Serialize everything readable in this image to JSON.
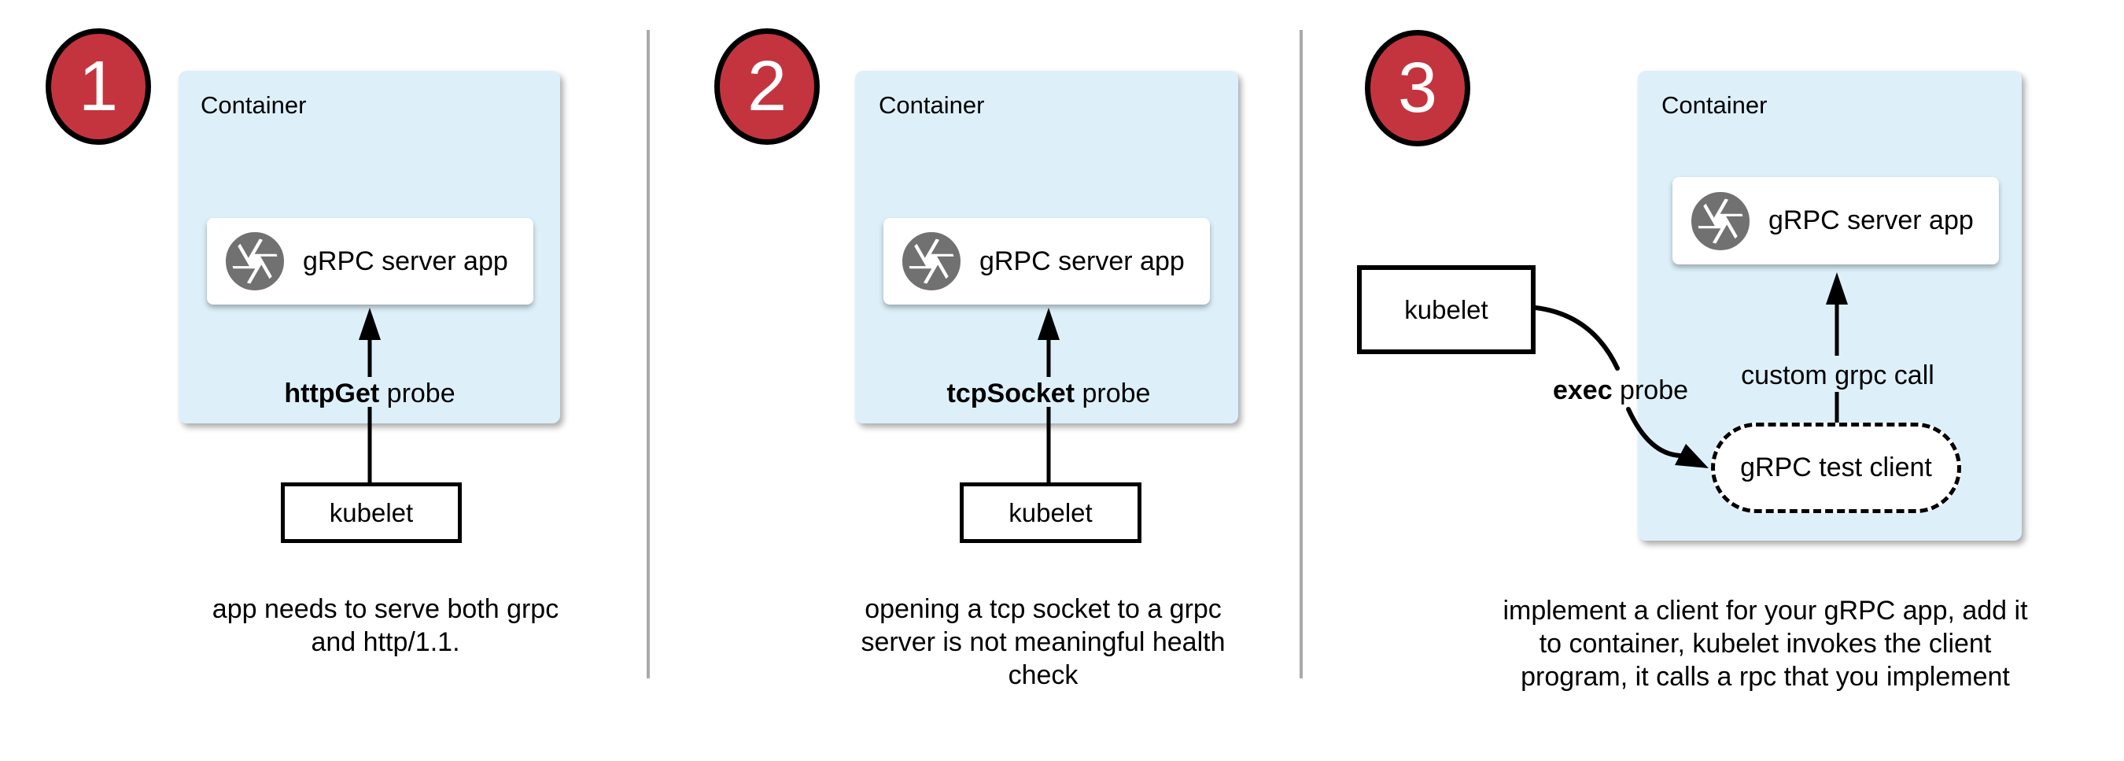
{
  "colors": {
    "container_fill": "#ddf0fa",
    "badge_fill": "#c4343f",
    "badge_border": "#000000",
    "icon_gray": "#717171",
    "divider_gray": "#aaaaaa",
    "text": "#000000",
    "app_box_fill": "#ffffff"
  },
  "panels": [
    {
      "number": "1",
      "container_label": "Container",
      "app_label": "gRPC server app",
      "app_icon": "aperture-icon",
      "probe_keyword": "httpGet",
      "probe_rest": " probe",
      "kubelet_label": "kubelet",
      "caption_lines": [
        "app needs to serve both grpc",
        "and http/1.1."
      ]
    },
    {
      "number": "2",
      "container_label": "Container",
      "app_label": "gRPC server app",
      "app_icon": "aperture-icon",
      "probe_keyword": "tcpSocket",
      "probe_rest": " probe",
      "kubelet_label": "kubelet",
      "caption_lines": [
        "opening a tcp socket to a grpc",
        "server is not meaningful health",
        "check"
      ]
    },
    {
      "number": "3",
      "container_label": "Container",
      "app_label": "gRPC server app",
      "app_icon": "aperture-icon",
      "probe_keyword": "exec",
      "probe_rest": " probe",
      "kubelet_label": "kubelet",
      "call_label": "custom grpc call",
      "client_label": "gRPC test client",
      "caption_lines": [
        "implement a client for your gRPC app, add it",
        "to container, kubelet invokes the client",
        "program, it calls a rpc that you implement"
      ]
    }
  ]
}
